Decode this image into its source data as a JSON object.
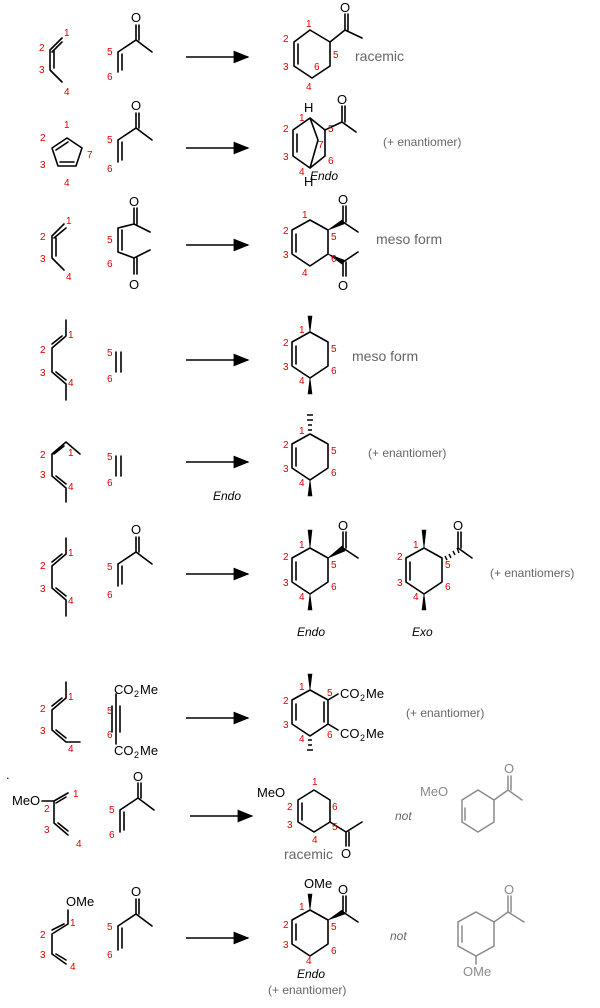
{
  "atoms": {
    "oxygen": "O",
    "hydrogen": "H",
    "ester": "CO",
    "ester_sub": "2",
    "ester_tail": "Me",
    "methoxy": "MeO",
    "methoxy_right": "OMe"
  },
  "numbers": [
    "1",
    "2",
    "3",
    "4",
    "5",
    "6",
    "7"
  ],
  "labels": {
    "racemic": "racemic",
    "enantiomer": "(+ enantiomer)",
    "enantiomers": "(+ enantiomers)",
    "meso": "meso form",
    "endo": "Endo",
    "exo": "Exo",
    "not": "not",
    "dot": "."
  }
}
